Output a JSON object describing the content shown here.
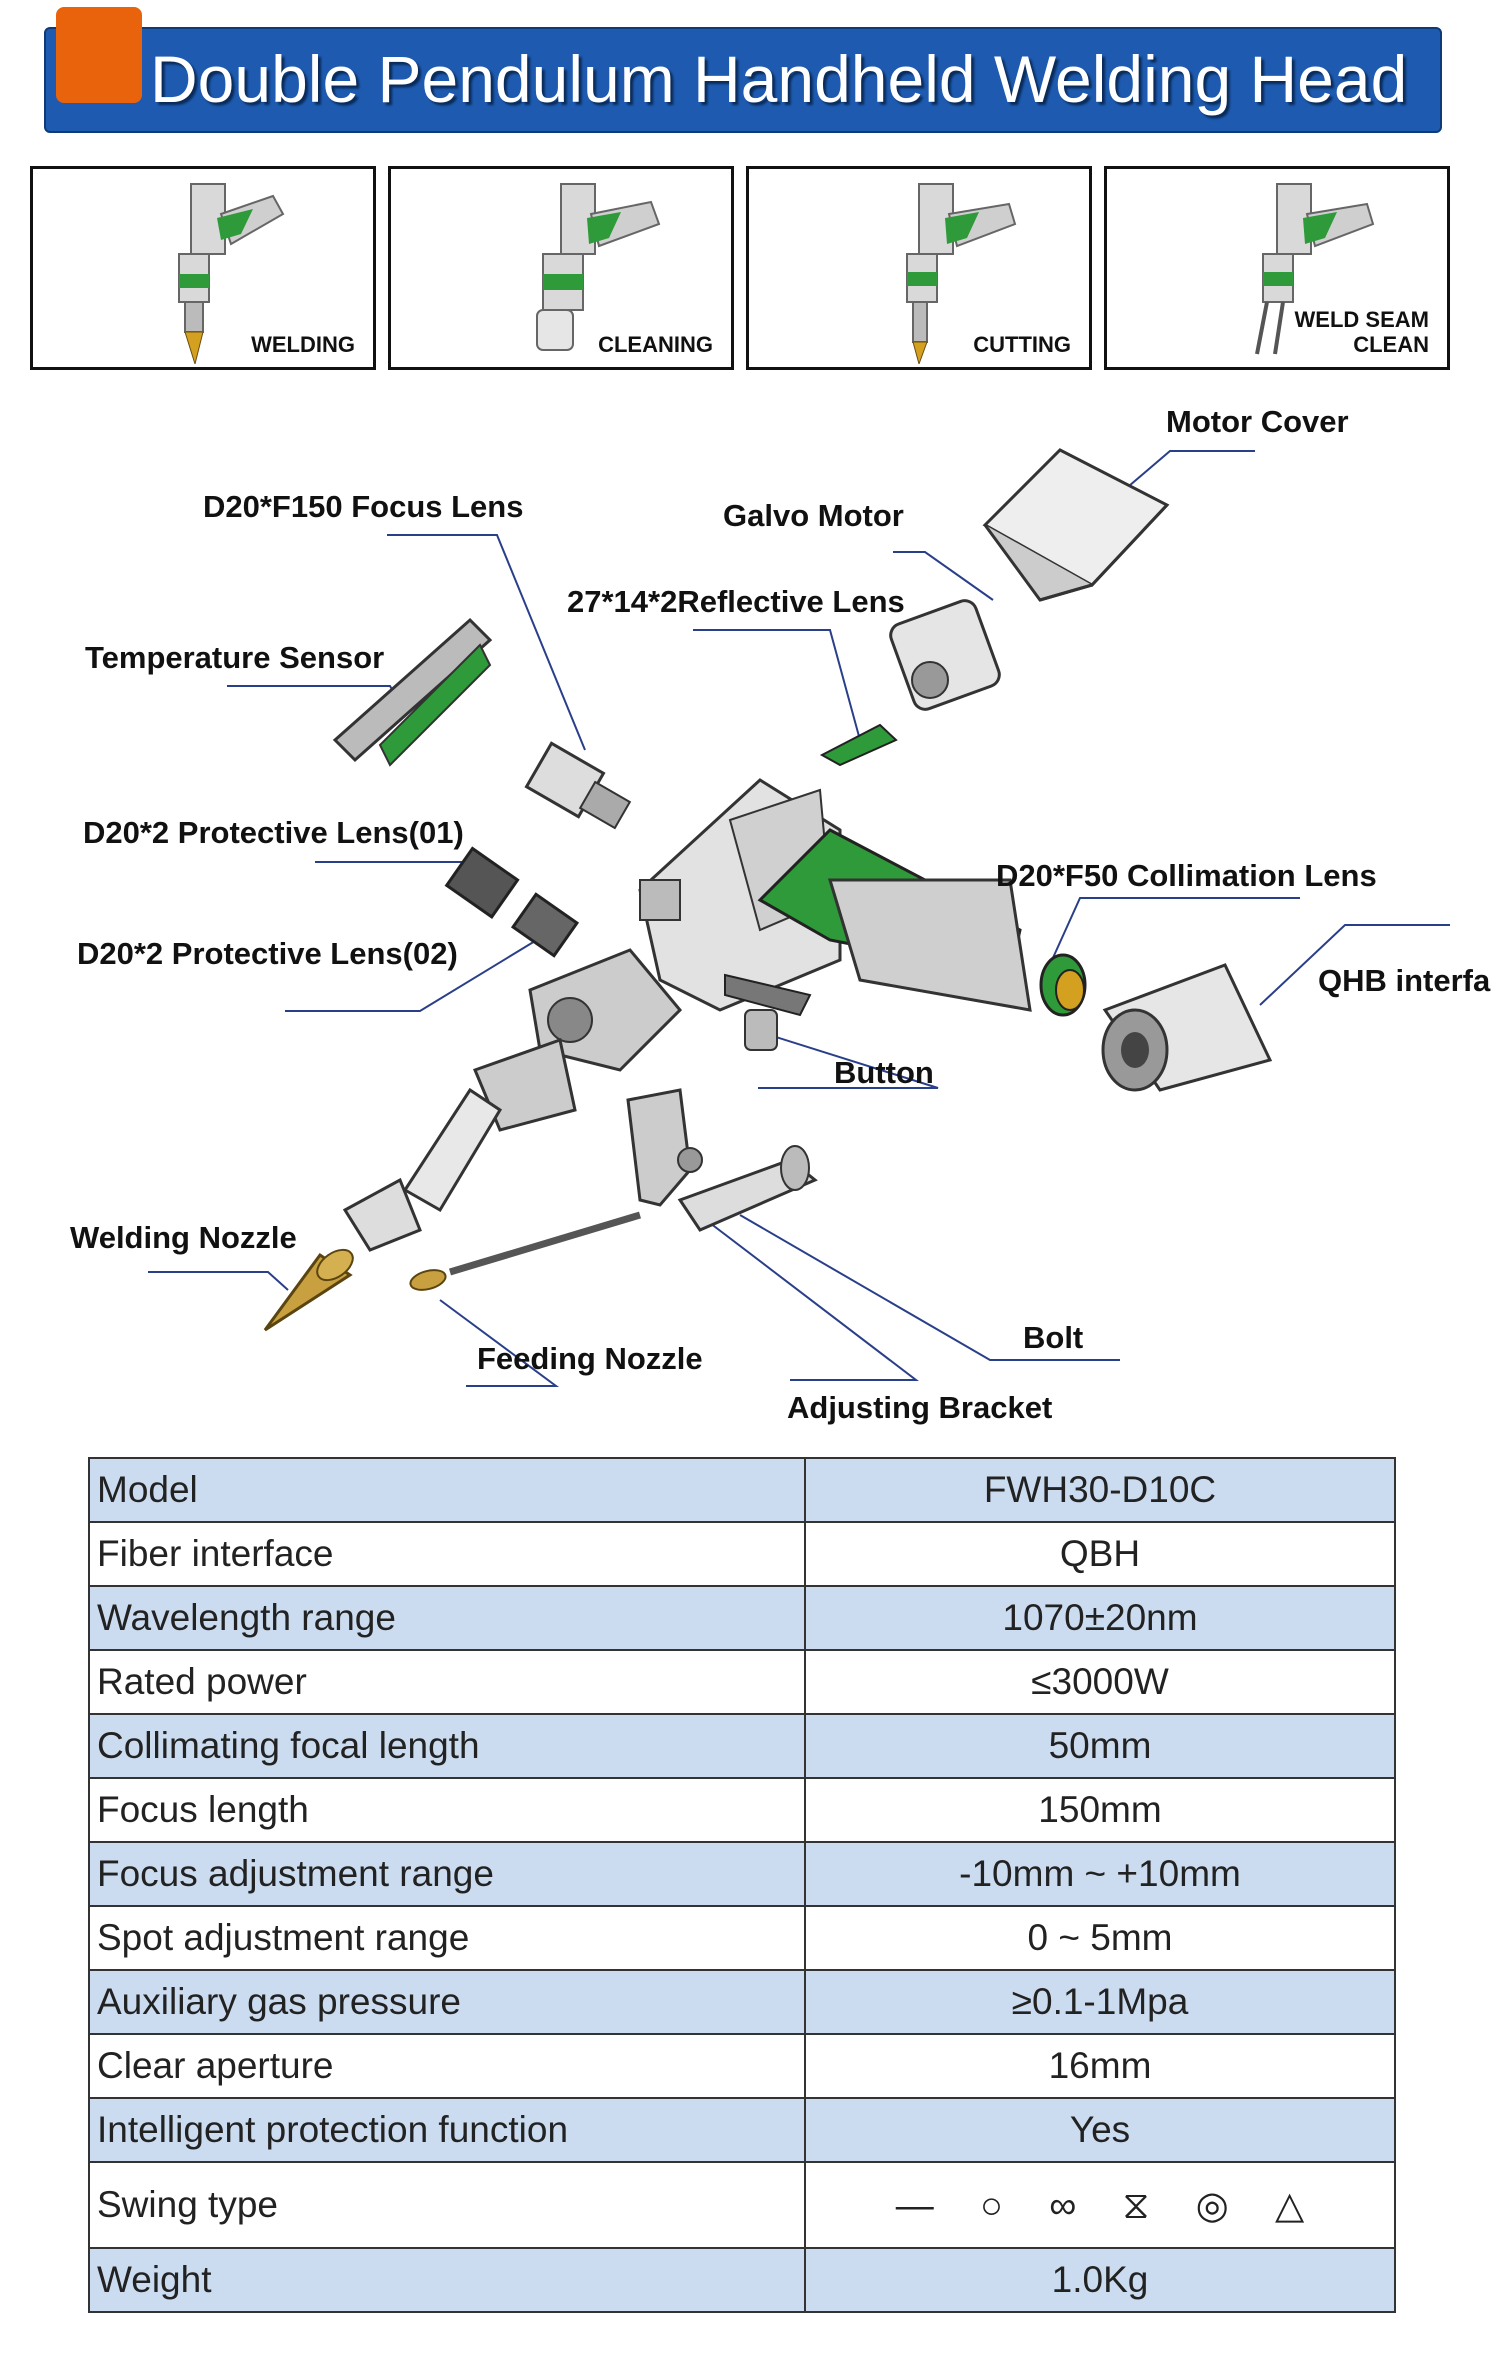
{
  "header": {
    "title": "Double Pendulum Handheld Welding Head"
  },
  "thumbnails": [
    {
      "label": "WELDING"
    },
    {
      "label": "CLEANING"
    },
    {
      "label": "CUTTING"
    },
    {
      "label_line1": "WELD SEAM",
      "label_line2": "CLEAN"
    }
  ],
  "diagram": {
    "labels": {
      "motor_cover": "Motor Cover",
      "focus_lens": "D20*F150 Focus Lens",
      "galvo_motor": "Galvo Motor",
      "reflective_lens": "27*14*2Reflective Lens",
      "temperature_sensor": "Temperature Sensor",
      "protective_lens_01": "D20*2 Protective Lens(01)",
      "collimation_lens": "D20*F50 Collimation Lens",
      "protective_lens_02": "D20*2 Protective Lens(02)",
      "qhb_interface": "QHB interfa",
      "button": "Button",
      "welding_nozzle": "Welding Nozzle",
      "bolt": "Bolt",
      "feeding_nozzle": "Feeding Nozzle",
      "adjusting_bracket": "Adjusting Bracket"
    }
  },
  "specs": {
    "rows": [
      {
        "name": "Model",
        "value": "FWH30-D10C"
      },
      {
        "name": "Fiber interface",
        "value": "QBH"
      },
      {
        "name": "Wavelength range",
        "value": "1070±20nm"
      },
      {
        "name": "Rated power",
        "value": "≤3000W"
      },
      {
        "name": "Collimating focal length",
        "value": "50mm"
      },
      {
        "name": "Focus length",
        "value": "150mm"
      },
      {
        "name": "Focus adjustment range",
        "value": "-10mm ~ +10mm"
      },
      {
        "name": "Spot adjustment range",
        "value": "0 ~ 5mm"
      },
      {
        "name": "Auxiliary gas pressure",
        "value": "≥0.1-1Mpa"
      },
      {
        "name": "Clear aperture",
        "value": "16mm"
      },
      {
        "name": "Intelligent protection function",
        "value": "Yes"
      },
      {
        "name": "Swing type",
        "symbols": [
          "—",
          "○",
          "∞",
          "⧖",
          "◎",
          "△"
        ]
      },
      {
        "name": "Weight",
        "value": "1.0Kg"
      }
    ]
  },
  "colors": {
    "header_blue": "#1e5bb0",
    "accent_orange": "#e8630c",
    "green_part": "#2f9a3a",
    "table_stripe": "#ccdcf0"
  }
}
